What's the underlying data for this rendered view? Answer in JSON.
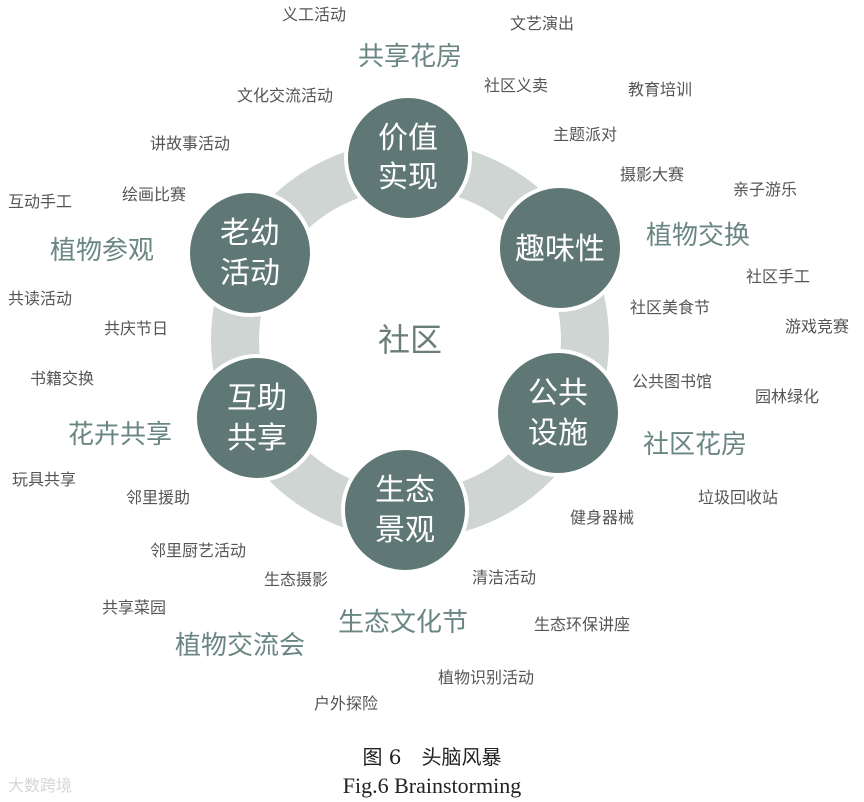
{
  "center": "社区",
  "nodes": [
    {
      "id": "jiazhi",
      "line1": "价值",
      "line2": "实现"
    },
    {
      "id": "quwei",
      "line1": "趣味性",
      "line2": ""
    },
    {
      "id": "gonggong",
      "line1": "公共",
      "line2": "设施"
    },
    {
      "id": "shengtai",
      "line1": "生态",
      "line2": "景观"
    },
    {
      "id": "huzhu",
      "line1": "互助",
      "line2": "共享"
    },
    {
      "id": "laoyou",
      "line1": "老幼",
      "line2": "活动"
    }
  ],
  "keywords": {
    "yigong": "义工活动",
    "wenyi": "文艺演出",
    "gongxiang_huafang": "共享花房",
    "shequ_yimai": "社区义卖",
    "jiaoyu": "教育培训",
    "wenhua_jiaoliu": "文化交流活动",
    "zhuti_paidui": "主题派对",
    "jianggushi": "讲故事活动",
    "sheying_dasai": "摄影大赛",
    "qinzi": "亲子游乐",
    "hudong_shougong": "互动手工",
    "huihua": "绘画比赛",
    "zhiwu_jiaohuan": "植物交换",
    "zhiwu_canguan": "植物参观",
    "shequ_shougong": "社区手工",
    "gongdu": "共读活动",
    "shequ_meishi": "社区美食节",
    "youxi": "游戏竞赛",
    "gongqing": "共庆节日",
    "gonggong_tushuguan": "公共图书馆",
    "shuji": "书籍交换",
    "yuanlin": "园林绿化",
    "huahui": "花卉共享",
    "shequ_huafang": "社区花房",
    "wanju": "玩具共享",
    "linli_yuanzhu": "邻里援助",
    "laji": "垃圾回收站",
    "jianshen": "健身器械",
    "linli_chuyi": "邻里厨艺活动",
    "shengtai_sheying": "生态摄影",
    "qingjie": "清洁活动",
    "gongxiang_caiyuan": "共享菜园",
    "shengtai_wenhuajie": "生态文化节",
    "shengtai_huanbao": "生态环保讲座",
    "zhiwu_jiaoliuhui": "植物交流会",
    "zhiwu_shibie": "植物识别活动",
    "huwai": "户外探险"
  },
  "caption": {
    "zh": "图 6　头脑风暴",
    "en": "Fig.6 Brainstorming"
  },
  "watermark": "大数跨境",
  "colors": {
    "node_fill": "#5f7875",
    "ring": "#cfd5d3",
    "large_keyword": "#6a8683",
    "small_keyword": "#555555"
  }
}
